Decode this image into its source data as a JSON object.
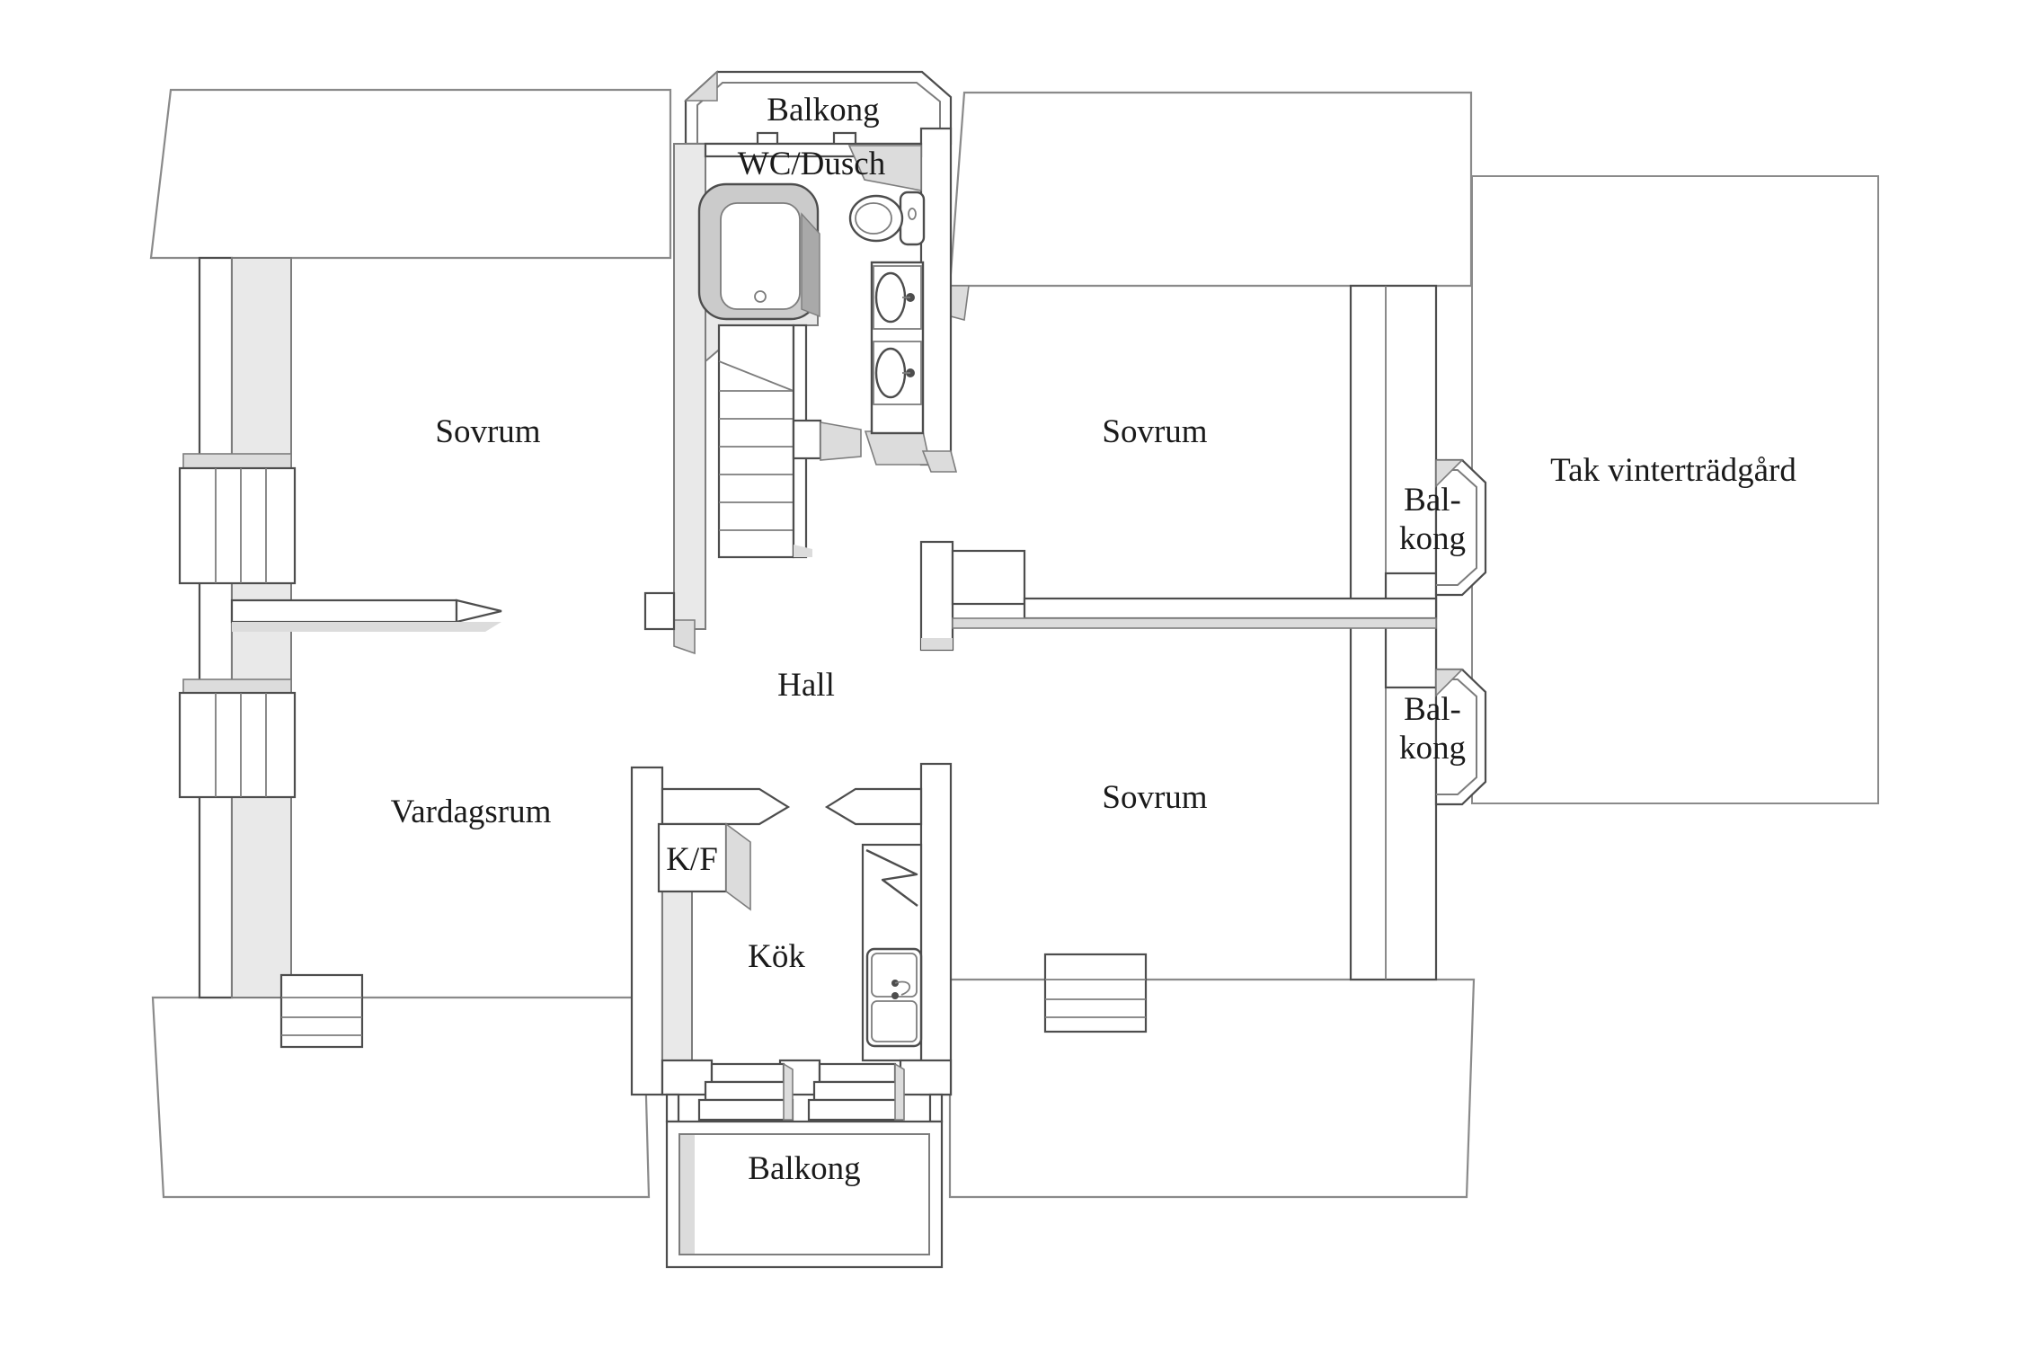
{
  "meta": {
    "title": "Floor plan – upper storey",
    "language": "Swedish",
    "style": "architectural line drawing"
  },
  "colors": {
    "background": "#ffffff",
    "ink": "#1a1a1a",
    "line": "#4d4d4d",
    "line_soft": "#7d7d7d",
    "roof_line": "#8a8a8a",
    "wall_gray": "#e9e9e9",
    "wedge_gray": "#dcdcdc",
    "tub_gray": "#cbcbcb",
    "tub_dark": "#a9a9a9"
  },
  "floorplan": {
    "rooms": [
      {
        "id": "balkong-top",
        "label": "Balkong"
      },
      {
        "id": "wc-dusch",
        "label": "WC/Dusch"
      },
      {
        "id": "sovrum-nw",
        "label": "Sovrum"
      },
      {
        "id": "sovrum-ne",
        "label": "Sovrum"
      },
      {
        "id": "tak-vintertradgard",
        "label": "Tak vinterträdgård"
      },
      {
        "id": "balkong-east-upper",
        "line1": "Bal-",
        "line2": "kong"
      },
      {
        "id": "balkong-east-lower",
        "line1": "Bal-",
        "line2": "kong"
      },
      {
        "id": "hall",
        "label": "Hall"
      },
      {
        "id": "vardagsrum",
        "label": "Vardagsrum"
      },
      {
        "id": "sovrum-se",
        "label": "Sovrum"
      },
      {
        "id": "kf",
        "label": "K/F"
      },
      {
        "id": "kok",
        "label": "Kök"
      },
      {
        "id": "balkong-bottom",
        "label": "Balkong"
      }
    ],
    "fixtures": [
      "bathtub",
      "toilet",
      "washbasin",
      "washbasin",
      "stairs",
      "fridge-freezer",
      "stove",
      "kitchen-sink",
      "balcony-railing",
      "bay-window-balcony",
      "bay-window-balcony",
      "window",
      "window",
      "window",
      "window"
    ]
  }
}
